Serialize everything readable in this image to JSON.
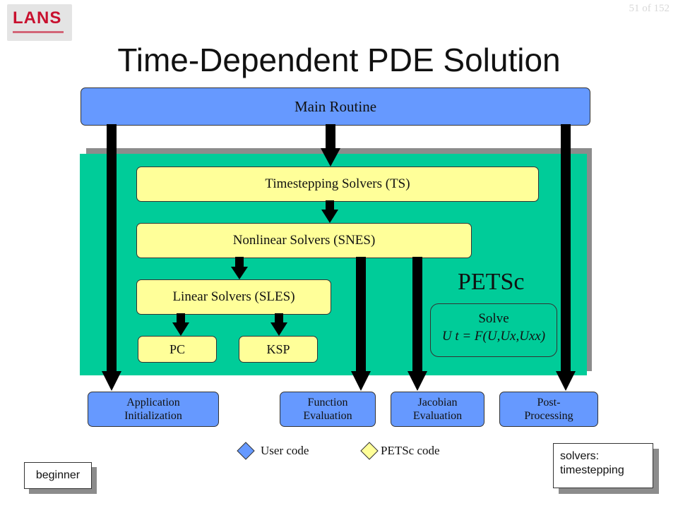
{
  "header": {
    "logo_text": "LANS",
    "slide_number": "51 of 152",
    "title": "Time-Dependent PDE Solution"
  },
  "diagram": {
    "main_routine": "Main Routine",
    "timestepping": "Timestepping Solvers (TS)",
    "nonlinear": "Nonlinear Solvers (SNES)",
    "linear": "Linear Solvers (SLES)",
    "pc": "PC",
    "ksp": "KSP",
    "petsc_label": "PETSc",
    "solve_title": "Solve",
    "solve_equation": "U t = F(U,Ux,Uxx)",
    "outputs": [
      {
        "line1": "Application",
        "line2": "Initialization"
      },
      {
        "line1": "Function",
        "line2": "Evaluation"
      },
      {
        "line1": "Jacobian",
        "line2": "Evaluation"
      },
      {
        "line1": "Post-",
        "line2": "Processing"
      }
    ]
  },
  "legend": {
    "user_code": "User code",
    "petsc_code": "PETSc code"
  },
  "tags": {
    "level": "beginner",
    "topic_line1": "solvers:",
    "topic_line2": "timestepping"
  },
  "colors": {
    "user_code": "#6699ff",
    "petsc_code": "#ffff99",
    "petsc_panel": "#00cc99"
  }
}
